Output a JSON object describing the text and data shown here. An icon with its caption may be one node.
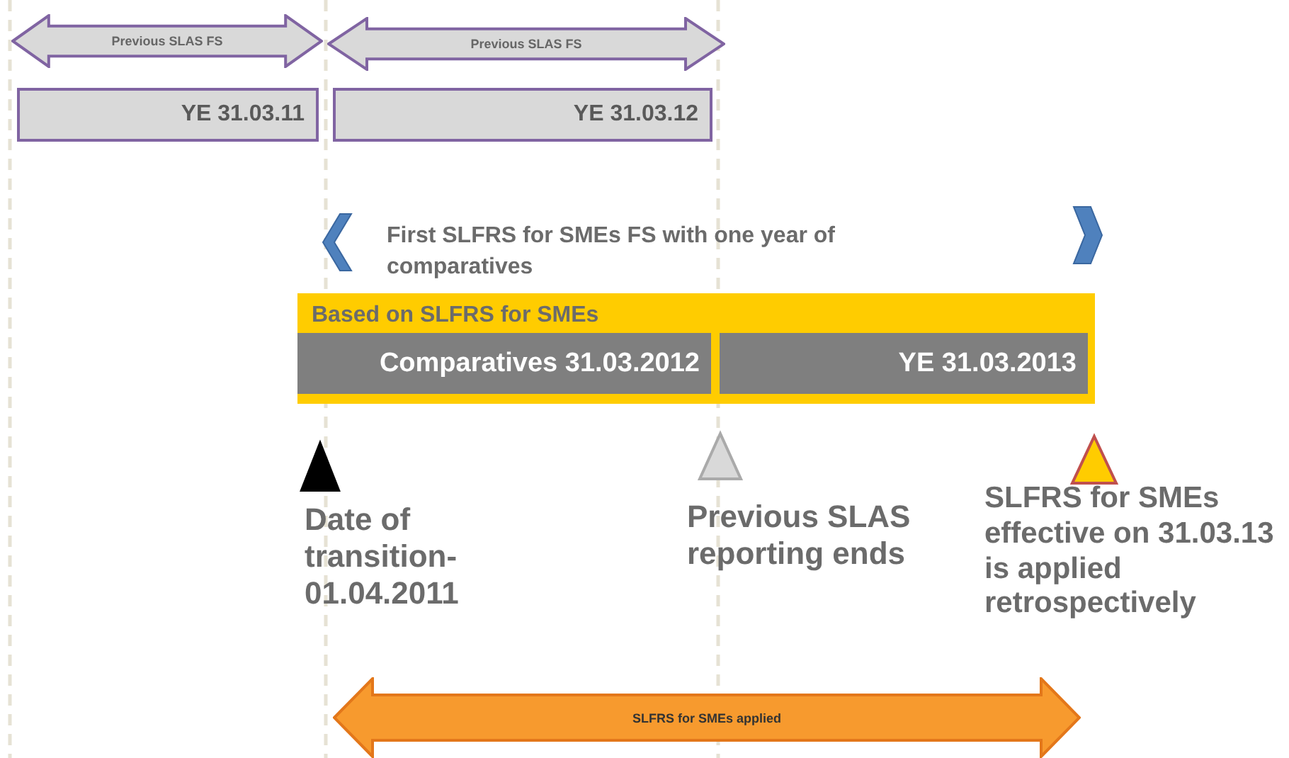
{
  "diagram": {
    "nodes": [
      {
        "text": [
          "Previous SLAS FS"
        ]
      },
      {
        "text": [
          "Previous SLAS FS"
        ]
      },
      {
        "text": [
          "YE 31.03.11"
        ]
      },
      {
        "text": [
          "YE 31.03.12"
        ]
      },
      {
        "text": [
          "Based on SLFRS for SMEs"
        ]
      },
      {
        "text": [
          "Comparatives 31.03.2012"
        ],
        "in": 4
      },
      {
        "text": [
          "YE 31.03.2013"
        ],
        "in": 4
      },
      {
        "text": [
          "SLFRS for SMEs applied"
        ]
      }
    ],
    "labels": [
      "First SLFRS for SMEs FS with one year of comparatives",
      "Date of transition- 01.04.2011",
      "Previous SLAS reporting ends",
      "SLFRS for SMEs effective on 31.03.13 is applied retrospectively"
    ]
  }
}
